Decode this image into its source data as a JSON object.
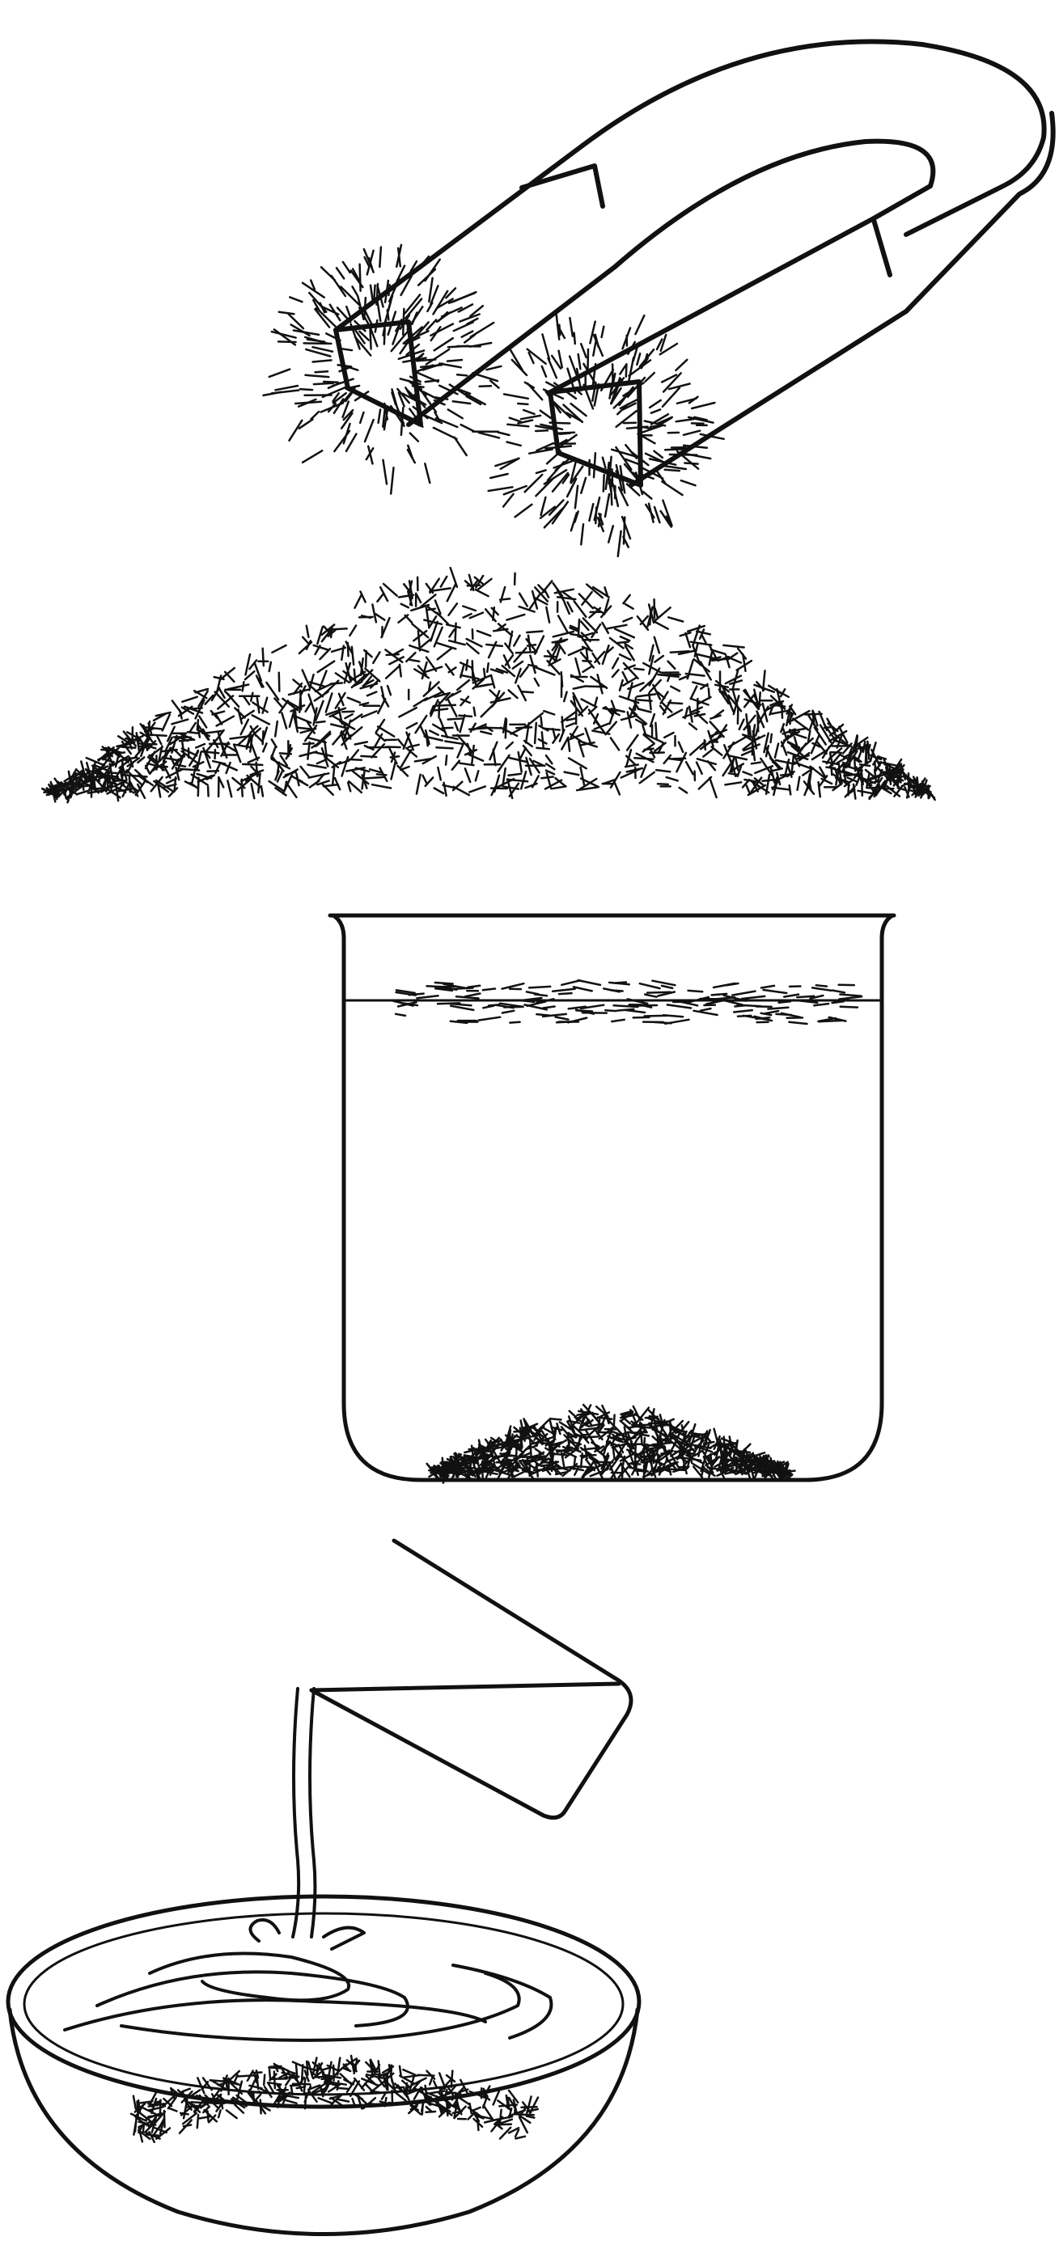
{
  "figure": {
    "panels": [
      {
        "name": "magnet-with-iron-filings",
        "icon": "horseshoe-magnet-icon"
      },
      {
        "name": "mixture-pile",
        "icon": "filings-pile-icon"
      },
      {
        "name": "beaker-separation",
        "icon": "beaker-icon"
      },
      {
        "name": "pouring-into-dish",
        "icon": "pouring-cup-icon"
      }
    ],
    "colors": {
      "ink": "#111111",
      "background": "#ffffff"
    }
  }
}
